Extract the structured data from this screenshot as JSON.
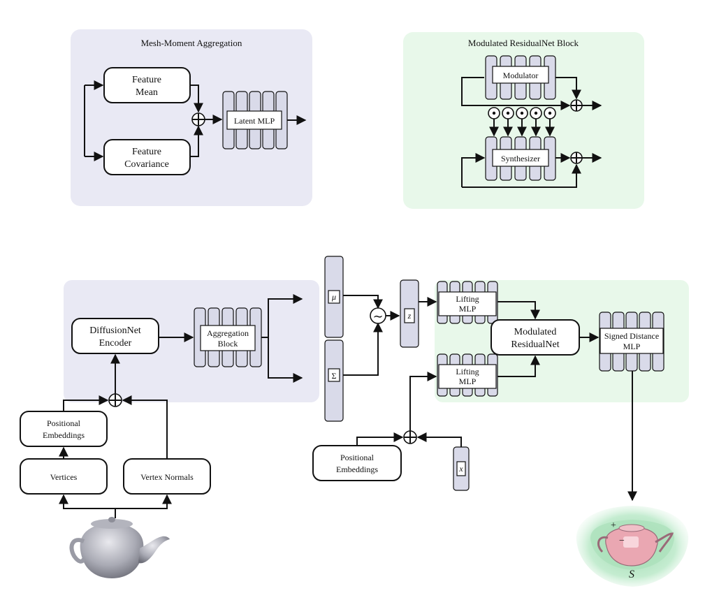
{
  "colors": {
    "panel_purple": "#e9e9f4",
    "panel_green": "#e8f8ea",
    "layer_fill": "#d9dae9",
    "stroke": "#111111"
  },
  "icons": {
    "teapot_input": "teapot-icon",
    "teapot_output": "sdf-teapot-icon"
  },
  "mesh_moment": {
    "title": "Mesh-Moment Aggregation",
    "feature_mean": [
      "Feature",
      "Mean"
    ],
    "feature_covariance": [
      "Feature",
      "Covariance"
    ],
    "latent_mlp": "Latent MLP"
  },
  "modulated_block": {
    "title": "Modulated ResidualNet Block",
    "modulator": "Modulator",
    "synthesizer": "Synthesizer"
  },
  "encoder": {
    "diffusionnet": [
      "DiffusionNet",
      "Encoder"
    ],
    "aggregation": [
      "Aggregation",
      "Block"
    ],
    "positional_embeddings": [
      "Positional",
      "Embeddings"
    ],
    "vertices": "Vertices",
    "vertex_normals": "Vertex Normals"
  },
  "latent": {
    "mu": "μ",
    "sigma": "Σ",
    "z": "z",
    "sample_op": "∼"
  },
  "decoder": {
    "lifting_top": [
      "Lifting",
      "MLP"
    ],
    "lifting_bottom": [
      "Lifting",
      "MLP"
    ],
    "modulated_residualnet": [
      "Modulated",
      "ResidualNet"
    ],
    "signed_distance": [
      "Signed Distance",
      "MLP"
    ],
    "positional_embeddings": [
      "Positional",
      "Embeddings"
    ],
    "x": "x"
  },
  "sdf_output": {
    "plus": "+",
    "minus": "−",
    "s": "S"
  }
}
